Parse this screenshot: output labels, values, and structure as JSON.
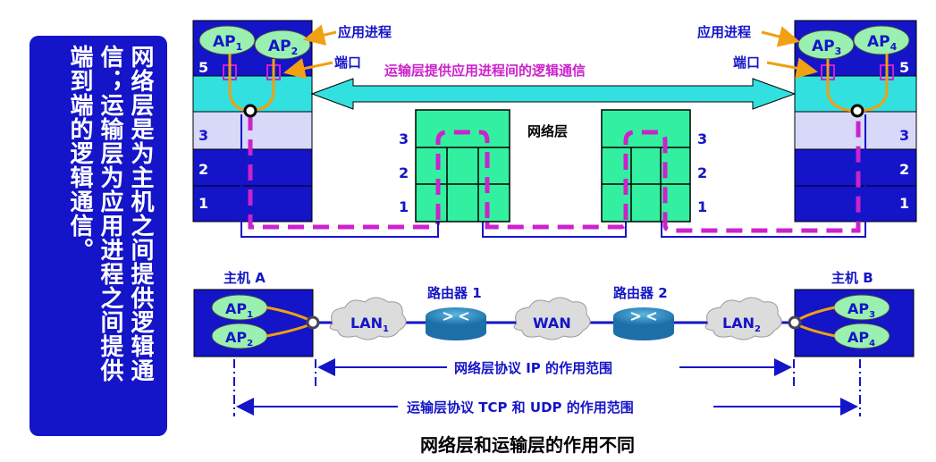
{
  "side_note": {
    "col1": "网络层是为主机之间提供逻辑通",
    "col2": "信；运输层为应用进程之间提供",
    "col3": "端到端的逻辑通信。"
  },
  "stack": {
    "layers": [
      "5",
      "3",
      "2",
      "1"
    ],
    "ap1": "AP",
    "ap1_sub": "1",
    "ap2": "AP",
    "ap2_sub": "2",
    "ap3": "AP",
    "ap3_sub": "3",
    "ap4": "AP",
    "ap4_sub": "4",
    "app_process_left": "应用进程",
    "app_process_right": "应用进程",
    "port_left": "端口",
    "port_right": "端口",
    "transport_label": "运输层提供应用进程间的逻辑通信",
    "network_layer": "网络层"
  },
  "network": {
    "host_a": "主机 A",
    "host_b": "主机 B",
    "router1": "路由器 1",
    "router2": "路由器 2",
    "lan1": "LAN",
    "lan1_sub": "1",
    "wan": "WAN",
    "lan2": "LAN",
    "lan2_sub": "2",
    "ap1": "AP",
    "ap1_sub": "1",
    "ap2": "AP",
    "ap2_sub": "2",
    "ap3": "AP",
    "ap3_sub": "3",
    "ap4": "AP",
    "ap4_sub": "4",
    "ip_scope": "网络层协议 IP 的作用范围",
    "tcp_udp_scope": "运输层协议 TCP 和 UDP 的作用范围"
  },
  "caption": "网络层和运输层的作用不同",
  "colors": {
    "host_blue": "#1414c8",
    "cyan_band": "#33e0e0",
    "lavender_band": "#d8d8f8",
    "router_green": "#33f0a0",
    "magenta": "#cc22cc",
    "orange": "#f0a010",
    "ap_green": "#99f0b0",
    "title_purple": "#cc22cc"
  }
}
